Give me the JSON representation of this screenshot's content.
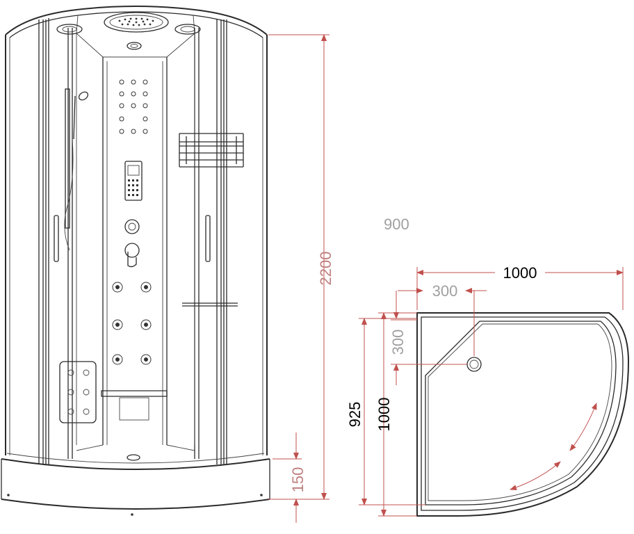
{
  "dimensions": {
    "height_total": "2200",
    "tray_height": "150",
    "width_top_gray": "900",
    "width_plan": "1000",
    "drain_offset_x": "300",
    "drain_offset_y": "300",
    "depth_inner": "925",
    "depth_plan": "1000"
  },
  "colors": {
    "line": "#2a2a2a",
    "dimension": "#c0504d",
    "dimension_text_gray": "#a0a0a0",
    "dimension_text_pink": "#c07f7f",
    "dimension_text_black": "#000000"
  }
}
